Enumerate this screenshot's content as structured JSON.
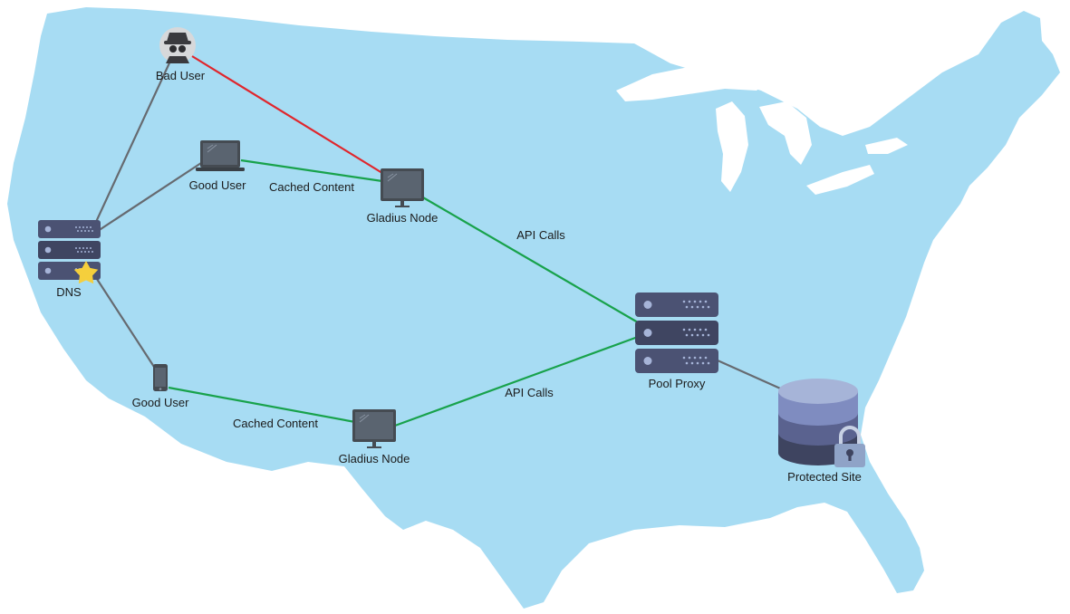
{
  "colors": {
    "map": "#a7dcf3",
    "link_default": "#666a70",
    "link_malicious": "#e0262c",
    "link_ok": "#18a24b",
    "server_dark": "#3f4561",
    "server_mid": "#4b5273",
    "device": "#454b52",
    "screen": "#5a6470",
    "db_top": "#a6b4d8",
    "db_mid": "#6f7ab0",
    "db_dark": "#3e4460",
    "lock": "#8fa3c7",
    "star": "#f5cf3c"
  },
  "nodes": {
    "bad_user": "Bad User",
    "good_user_laptop": "Good User",
    "good_user_phone": "Good User",
    "dns": "DNS",
    "gladius_node_north": "Gladius Node",
    "gladius_node_south": "Gladius Node",
    "pool_proxy": "Pool Proxy",
    "protected_site": "Protected Site"
  },
  "edges": {
    "cached_content_north": "Cached Content",
    "cached_content_south": "Cached Content",
    "api_calls_north": "API Calls",
    "api_calls_south": "API Calls"
  },
  "icons": {
    "bad_user": "hacker-icon",
    "laptop": "laptop-icon",
    "phone": "smartphone-icon",
    "dns": "server-stack-icon",
    "gladius": "monitor-icon",
    "proxy": "server-stack-icon",
    "site": "database-icon",
    "lock": "lock-icon",
    "star": "star-icon"
  }
}
